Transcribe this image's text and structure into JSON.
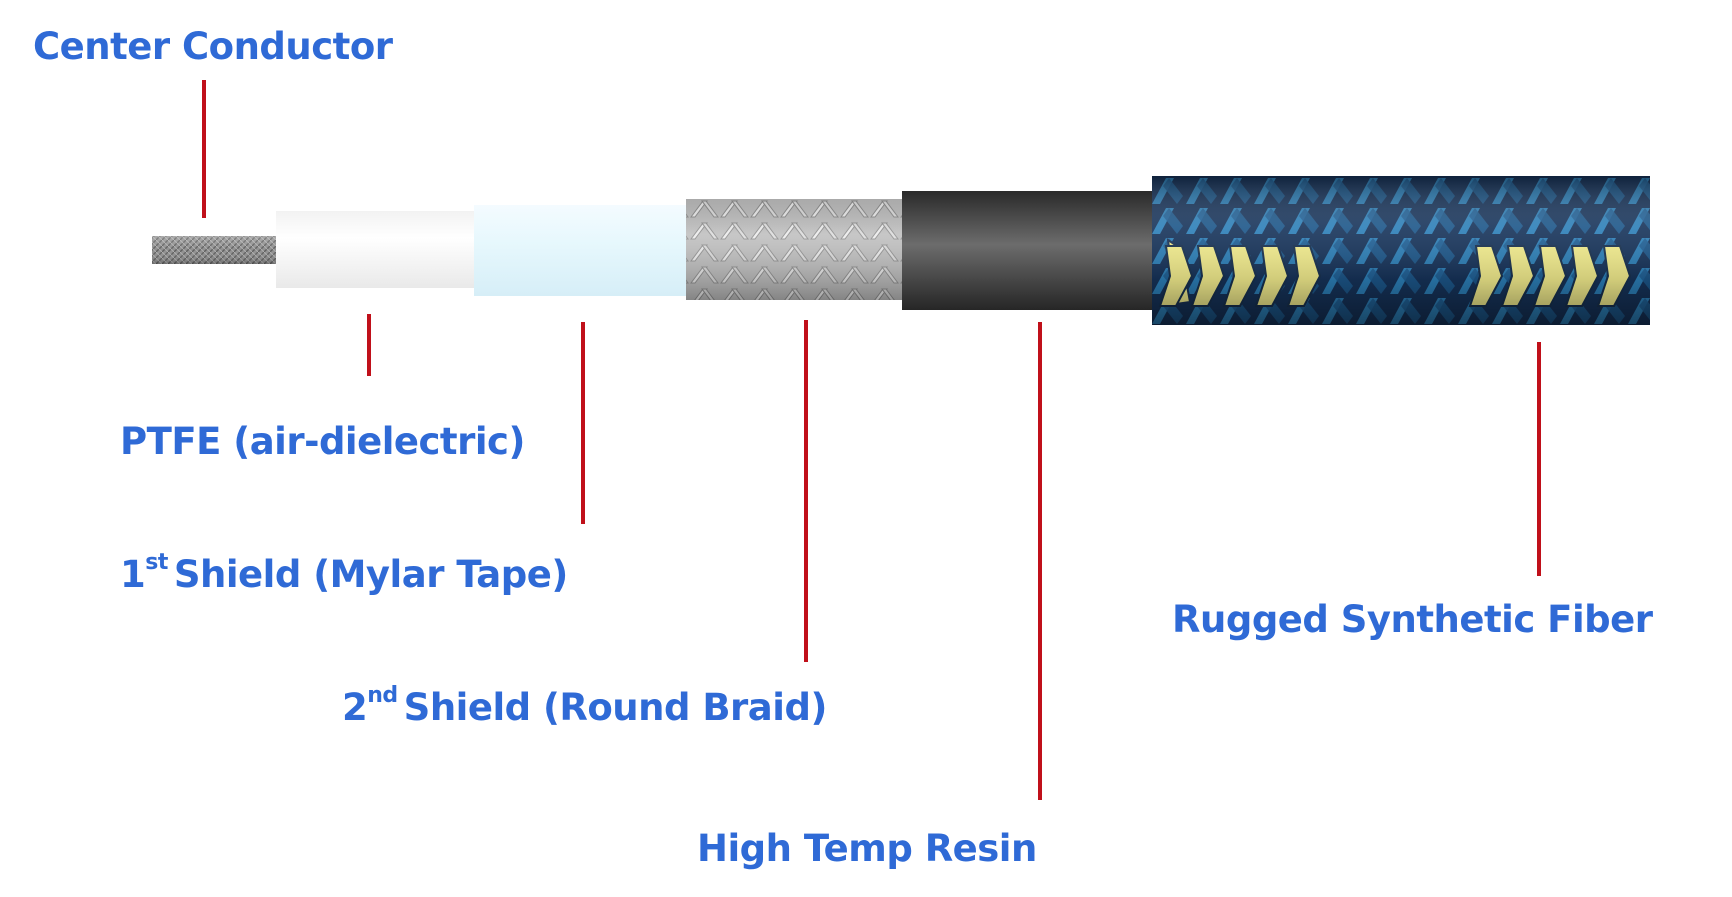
{
  "colors": {
    "label": "#2f6ad6",
    "leader": "#c0101a",
    "center_conductor": "#8a8a8a",
    "ptfe": "#ffffff",
    "mylar_tape": "#e6f7fd",
    "round_braid": "#c4c4c4",
    "high_temp_resin": "#3a3a3a",
    "synthetic_fiber": "#1f4f86",
    "fiber_tracer": "#f4ee8e"
  },
  "labels": {
    "center_conductor": "Center Conductor",
    "ptfe": "PTFE (air-dielectric)",
    "shield1_prefix": "1",
    "shield1_sup": "st",
    "shield1_text": "Shield (Mylar Tape)",
    "shield2_prefix": "2",
    "shield2_sup": "nd",
    "shield2_text": "Shield (Round Braid)",
    "resin": "High Temp Resin",
    "fiber": "Rugged Synthetic Fiber"
  }
}
